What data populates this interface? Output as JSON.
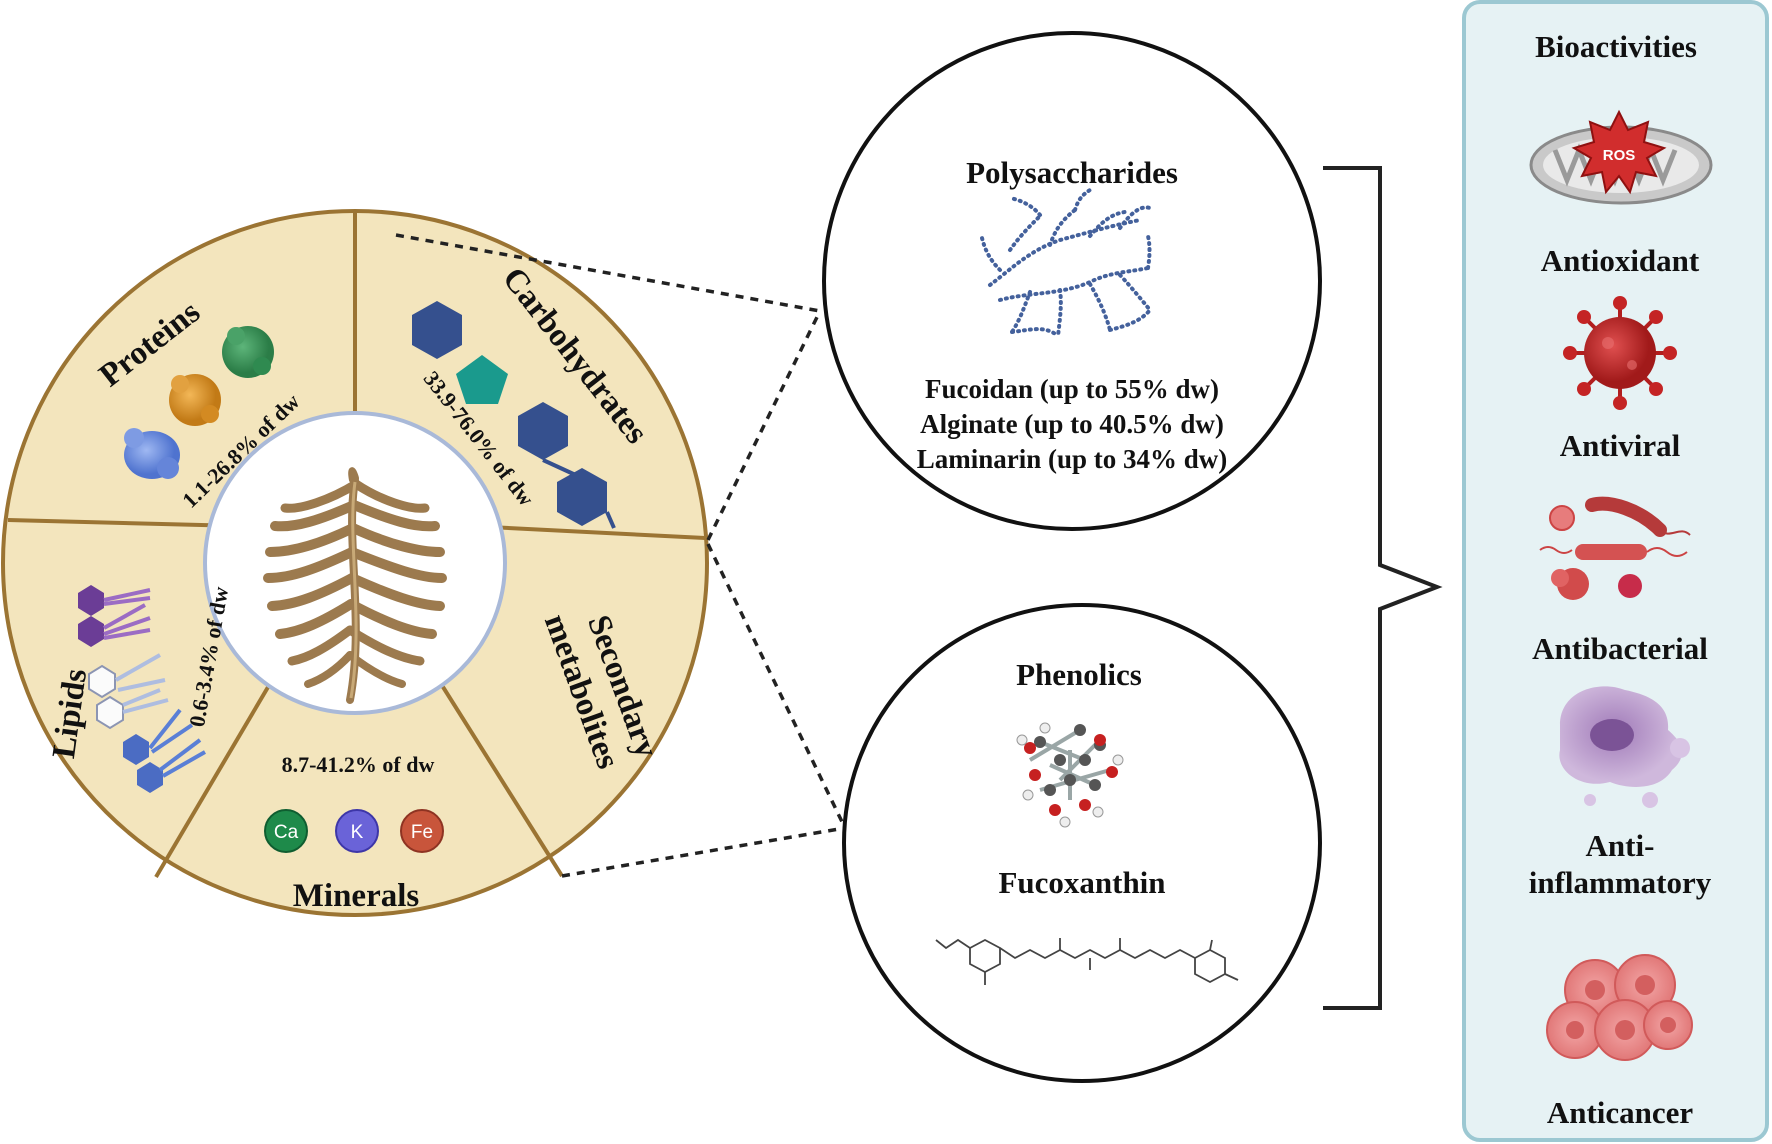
{
  "wheel": {
    "segments": [
      {
        "name": "Proteins",
        "amount": "1.1-26.8% of dw"
      },
      {
        "name": "Carbohydrates",
        "amount": "33.9-76.0% of dw"
      },
      {
        "name_line1": "Secondary",
        "name_line2": "metabolites"
      },
      {
        "name": "Minerals",
        "amount": "8.7-41.2% of dw"
      },
      {
        "name": "Lipids",
        "amount": "0.6-3.4% of dw"
      }
    ],
    "minerals": [
      "Ca",
      "K",
      "Fe"
    ],
    "colors": {
      "segment_fill": "#f3e5bd",
      "segment_stroke": "#9b7433",
      "inner_ring": "#a9b9d8",
      "seaweed": "#9c7a4e"
    }
  },
  "polysaccharides": {
    "title": "Polysaccharides",
    "items": [
      "Fucoidan (up to 55% dw)",
      "Alginate (up to 40.5% dw)",
      "Laminarin (up to 34% dw)"
    ]
  },
  "phenolics": {
    "title": "Phenolics",
    "subtitle": "Fucoxanthin"
  },
  "bioactivities": {
    "title": "Bioactivities",
    "items": [
      {
        "label": "Antioxidant",
        "icon": "mitochondria-ros-icon",
        "badge": "ROS"
      },
      {
        "label": "Antiviral",
        "icon": "virus-icon"
      },
      {
        "label": "Antibacterial",
        "icon": "bacteria-icon"
      },
      {
        "label_line1": "Anti-",
        "label_line2": "inflammatory",
        "icon": "inflamed-cell-icon"
      },
      {
        "label": "Anticancer",
        "icon": "cancer-cells-icon"
      }
    ],
    "colors": {
      "panel_fill": "#e6f2f4",
      "panel_stroke": "#9cc8d2"
    }
  }
}
